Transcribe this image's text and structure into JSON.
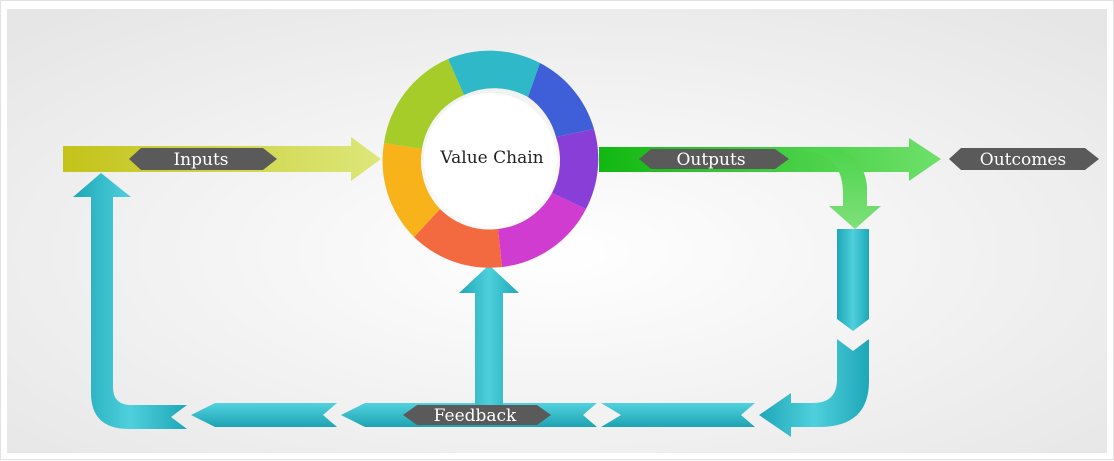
{
  "labels": {
    "inputs": "Inputs",
    "value_chain": "Value Chain",
    "outputs": "Outputs",
    "outcomes": "Outcomes",
    "feedback": "Feedback"
  },
  "colors": {
    "inputs_arrow_start": "#c3c31a",
    "inputs_arrow_end": "#dde77a",
    "outputs_arrow_start": "#12b812",
    "outputs_arrow_end": "#6ee06a",
    "feedback_arrow": "#2fb5c6",
    "label_pill": "#5a5a5a",
    "ring": [
      "#2fb8c8",
      "#3f5fd8",
      "#8a3ed8",
      "#d03cd0",
      "#f46a40",
      "#f8b21a",
      "#a6cc2a"
    ]
  }
}
